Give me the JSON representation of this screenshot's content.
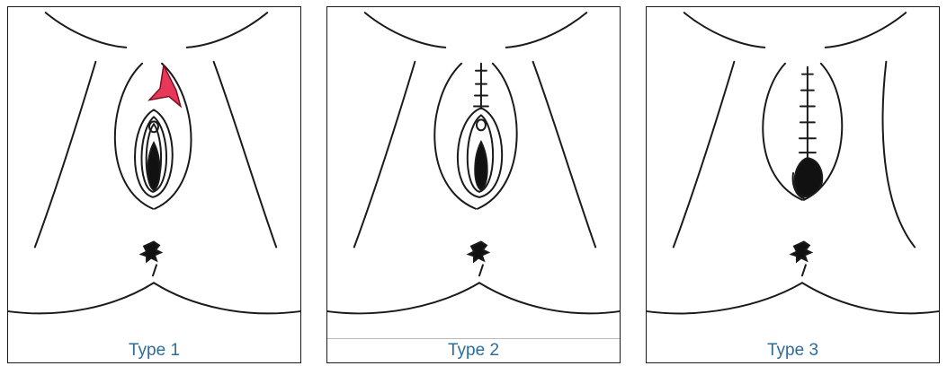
{
  "panels": [
    {
      "id": "type1",
      "label": "Type 1"
    },
    {
      "id": "type2",
      "label": "Type 2"
    },
    {
      "id": "type3",
      "label": "Type 3"
    }
  ],
  "colors": {
    "caption": "#2b6d9a",
    "highlight": "#e8385a",
    "line": "#1a1a1a"
  }
}
